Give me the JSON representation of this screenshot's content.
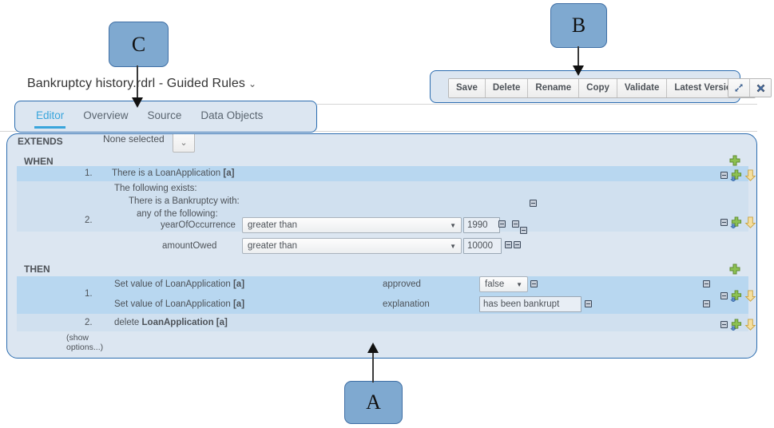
{
  "document": {
    "title": "Bankruptcy history.rdrl - Guided Rules",
    "title_caret": "⌄"
  },
  "tabs": [
    {
      "label": "Editor",
      "active": true
    },
    {
      "label": "Overview",
      "active": false
    },
    {
      "label": "Source",
      "active": false
    },
    {
      "label": "Data Objects",
      "active": false
    }
  ],
  "toolbar": {
    "buttons": [
      "Save",
      "Delete",
      "Rename",
      "Copy",
      "Validate"
    ],
    "version_label": "Latest Version",
    "version_caret": "⌄",
    "maximize_icon": "expand-icon",
    "close_icon": "close-icon"
  },
  "editor": {
    "extends_label": "EXTENDS",
    "extends_value": "None selected",
    "extends_caret": "⌄",
    "when_label": "WHEN",
    "then_label": "THEN",
    "show_options": "(show options...)"
  },
  "when": {
    "pattern1": {
      "number": "1.",
      "text_prefix": "There is a LoanApplication ",
      "binding": "[a]"
    },
    "pattern2": {
      "number": "2.",
      "line1": "The following exists:",
      "line2": "There is a Bankruptcy with:",
      "line3": "any of the following:",
      "constraints": [
        {
          "field": "yearOfOccurrence",
          "operator": "greater than",
          "value": "1990"
        },
        {
          "field": "amountOwed",
          "operator": "greater than",
          "value": "10000"
        }
      ]
    }
  },
  "then": {
    "action1": {
      "number": "1.",
      "rows": [
        {
          "text_prefix": "Set value of LoanApplication ",
          "binding": "[a]",
          "field": "approved",
          "control": "select",
          "value": "false"
        },
        {
          "text_prefix": "Set value of LoanApplication ",
          "binding": "[a]",
          "field": "explanation",
          "control": "text",
          "value": "has been bankrupt"
        }
      ]
    },
    "action2": {
      "number": "2.",
      "text_prefix": "delete ",
      "binding": "LoanApplication [a]"
    }
  },
  "callouts": [
    {
      "id": "A",
      "label": "A"
    },
    {
      "id": "B",
      "label": "B"
    },
    {
      "id": "C",
      "label": "C"
    }
  ],
  "colors": {
    "accent": "#39a5dc",
    "panel_border": "#2b6caf",
    "panel_bg": "#dce6f1",
    "row_selected": "#b8d7f0",
    "callout_fill": "#7fa9d0"
  }
}
